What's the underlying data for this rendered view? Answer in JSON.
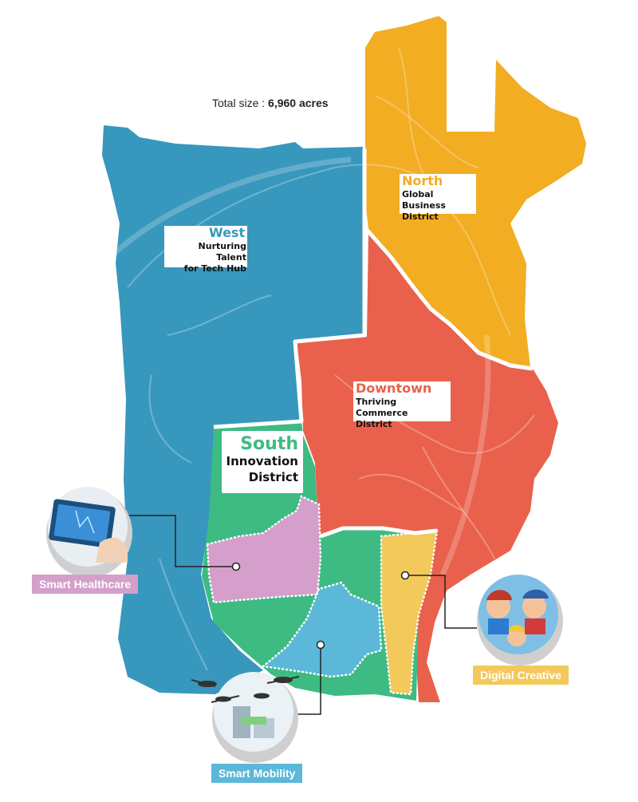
{
  "total": {
    "label": "Total size :",
    "value": "6,960 acres"
  },
  "districts": {
    "west": {
      "name": "West",
      "subtitle": [
        "Nurturing Talent",
        "for Tech Hub"
      ]
    },
    "north": {
      "name": "North",
      "subtitle": [
        "Global Business",
        "District"
      ]
    },
    "downtown": {
      "name": "Downtown",
      "subtitle": [
        "Thriving Commerce",
        "District"
      ]
    },
    "south": {
      "name": "South",
      "subtitle": [
        "Innovation",
        "District"
      ]
    }
  },
  "callouts": {
    "healthcare": "Smart Healthcare",
    "mobility": "Smart Mobility",
    "creative": "Digital Creative"
  },
  "colors": {
    "west": "#3897bd",
    "north": "#f2ad22",
    "downtown": "#e9614c",
    "south": "#3dbb83",
    "healthcare": "#d49fcb",
    "mobility": "#5bb8d8",
    "creative": "#f2c95a"
  },
  "icons": [
    "tablet-photo-icon",
    "drone-photo-icon",
    "cartoon-characters-photo-icon"
  ]
}
